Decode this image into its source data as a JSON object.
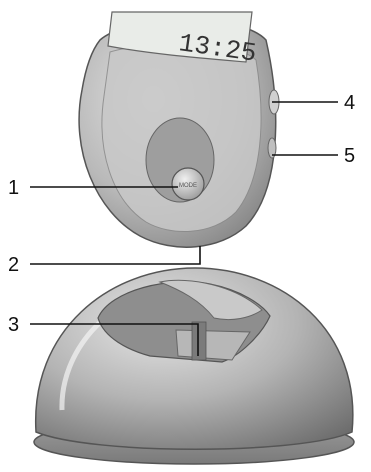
{
  "figure": {
    "device_display_text": "13:25",
    "button_text": "MODE",
    "callouts": [
      {
        "id": "1",
        "label": "1"
      },
      {
        "id": "2",
        "label": "2"
      },
      {
        "id": "3",
        "label": "3"
      },
      {
        "id": "4",
        "label": "4"
      },
      {
        "id": "5",
        "label": "5"
      }
    ]
  },
  "colors": {
    "body_light": "#d8d8d8",
    "body_mid": "#a9a9a9",
    "body_dark": "#6e6e6e",
    "display_bg": "#e9ece8",
    "line": "#111111"
  }
}
